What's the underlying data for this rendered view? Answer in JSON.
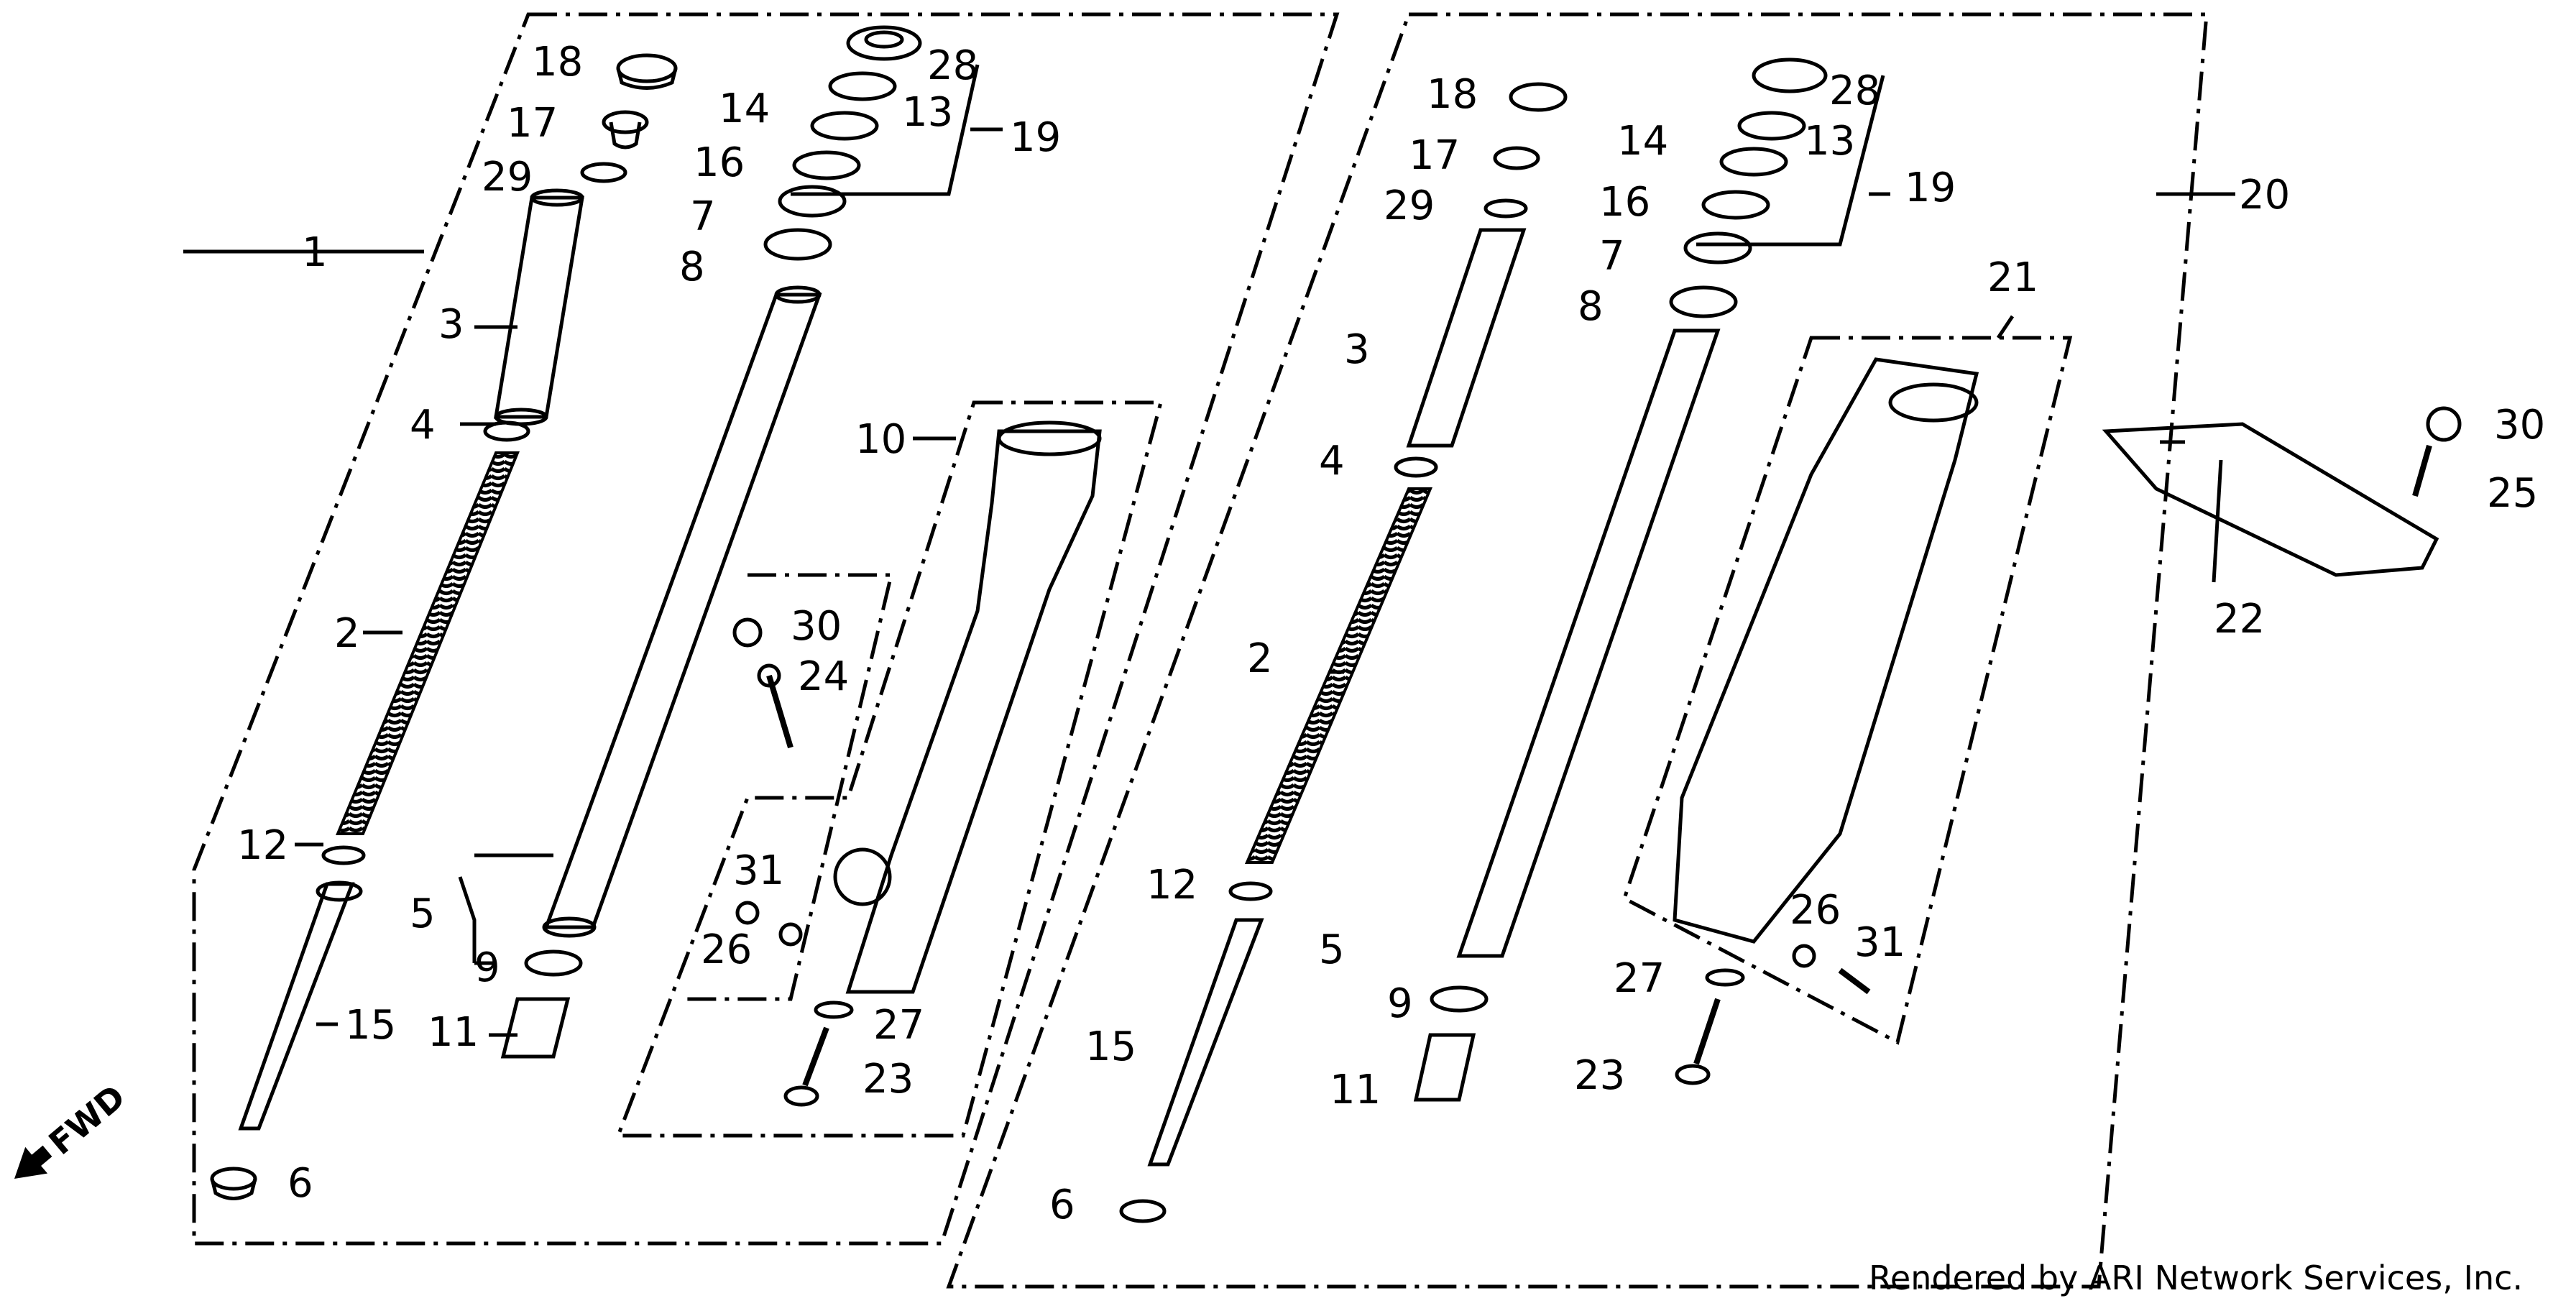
{
  "credit": "Rendered by ARI Network Services, Inc.",
  "fwd_label": "FWD",
  "colors": {
    "line": "#000000",
    "background": "#ffffff"
  },
  "callouts_left": {
    "c18": "18",
    "c17": "17",
    "c29": "29",
    "c1": "1",
    "c3": "3",
    "c4": "4",
    "c2": "2",
    "c12": "12",
    "c15": "15",
    "c6": "6",
    "c28": "28",
    "c14": "14",
    "c13": "13",
    "c19": "19",
    "c16": "16",
    "c7": "7",
    "c8": "8",
    "c5": "5",
    "c9": "9",
    "c11": "11",
    "c10": "10",
    "c30": "30",
    "c24": "24",
    "c31": "31",
    "c26": "26",
    "c27": "27",
    "c23": "23"
  },
  "callouts_right": {
    "c18": "18",
    "c17": "17",
    "c29": "29",
    "c3": "3",
    "c4": "4",
    "c2": "2",
    "c12": "12",
    "c15": "15",
    "c6": "6",
    "c28": "28",
    "c14": "14",
    "c13": "13",
    "c19": "19",
    "c16": "16",
    "c7": "7",
    "c8": "8",
    "c5": "5",
    "c9": "9",
    "c11": "11",
    "c20": "20",
    "c21": "21",
    "c26": "26",
    "c31": "31",
    "c27": "27",
    "c23": "23",
    "c30": "30",
    "c25": "25",
    "c22": "22"
  }
}
